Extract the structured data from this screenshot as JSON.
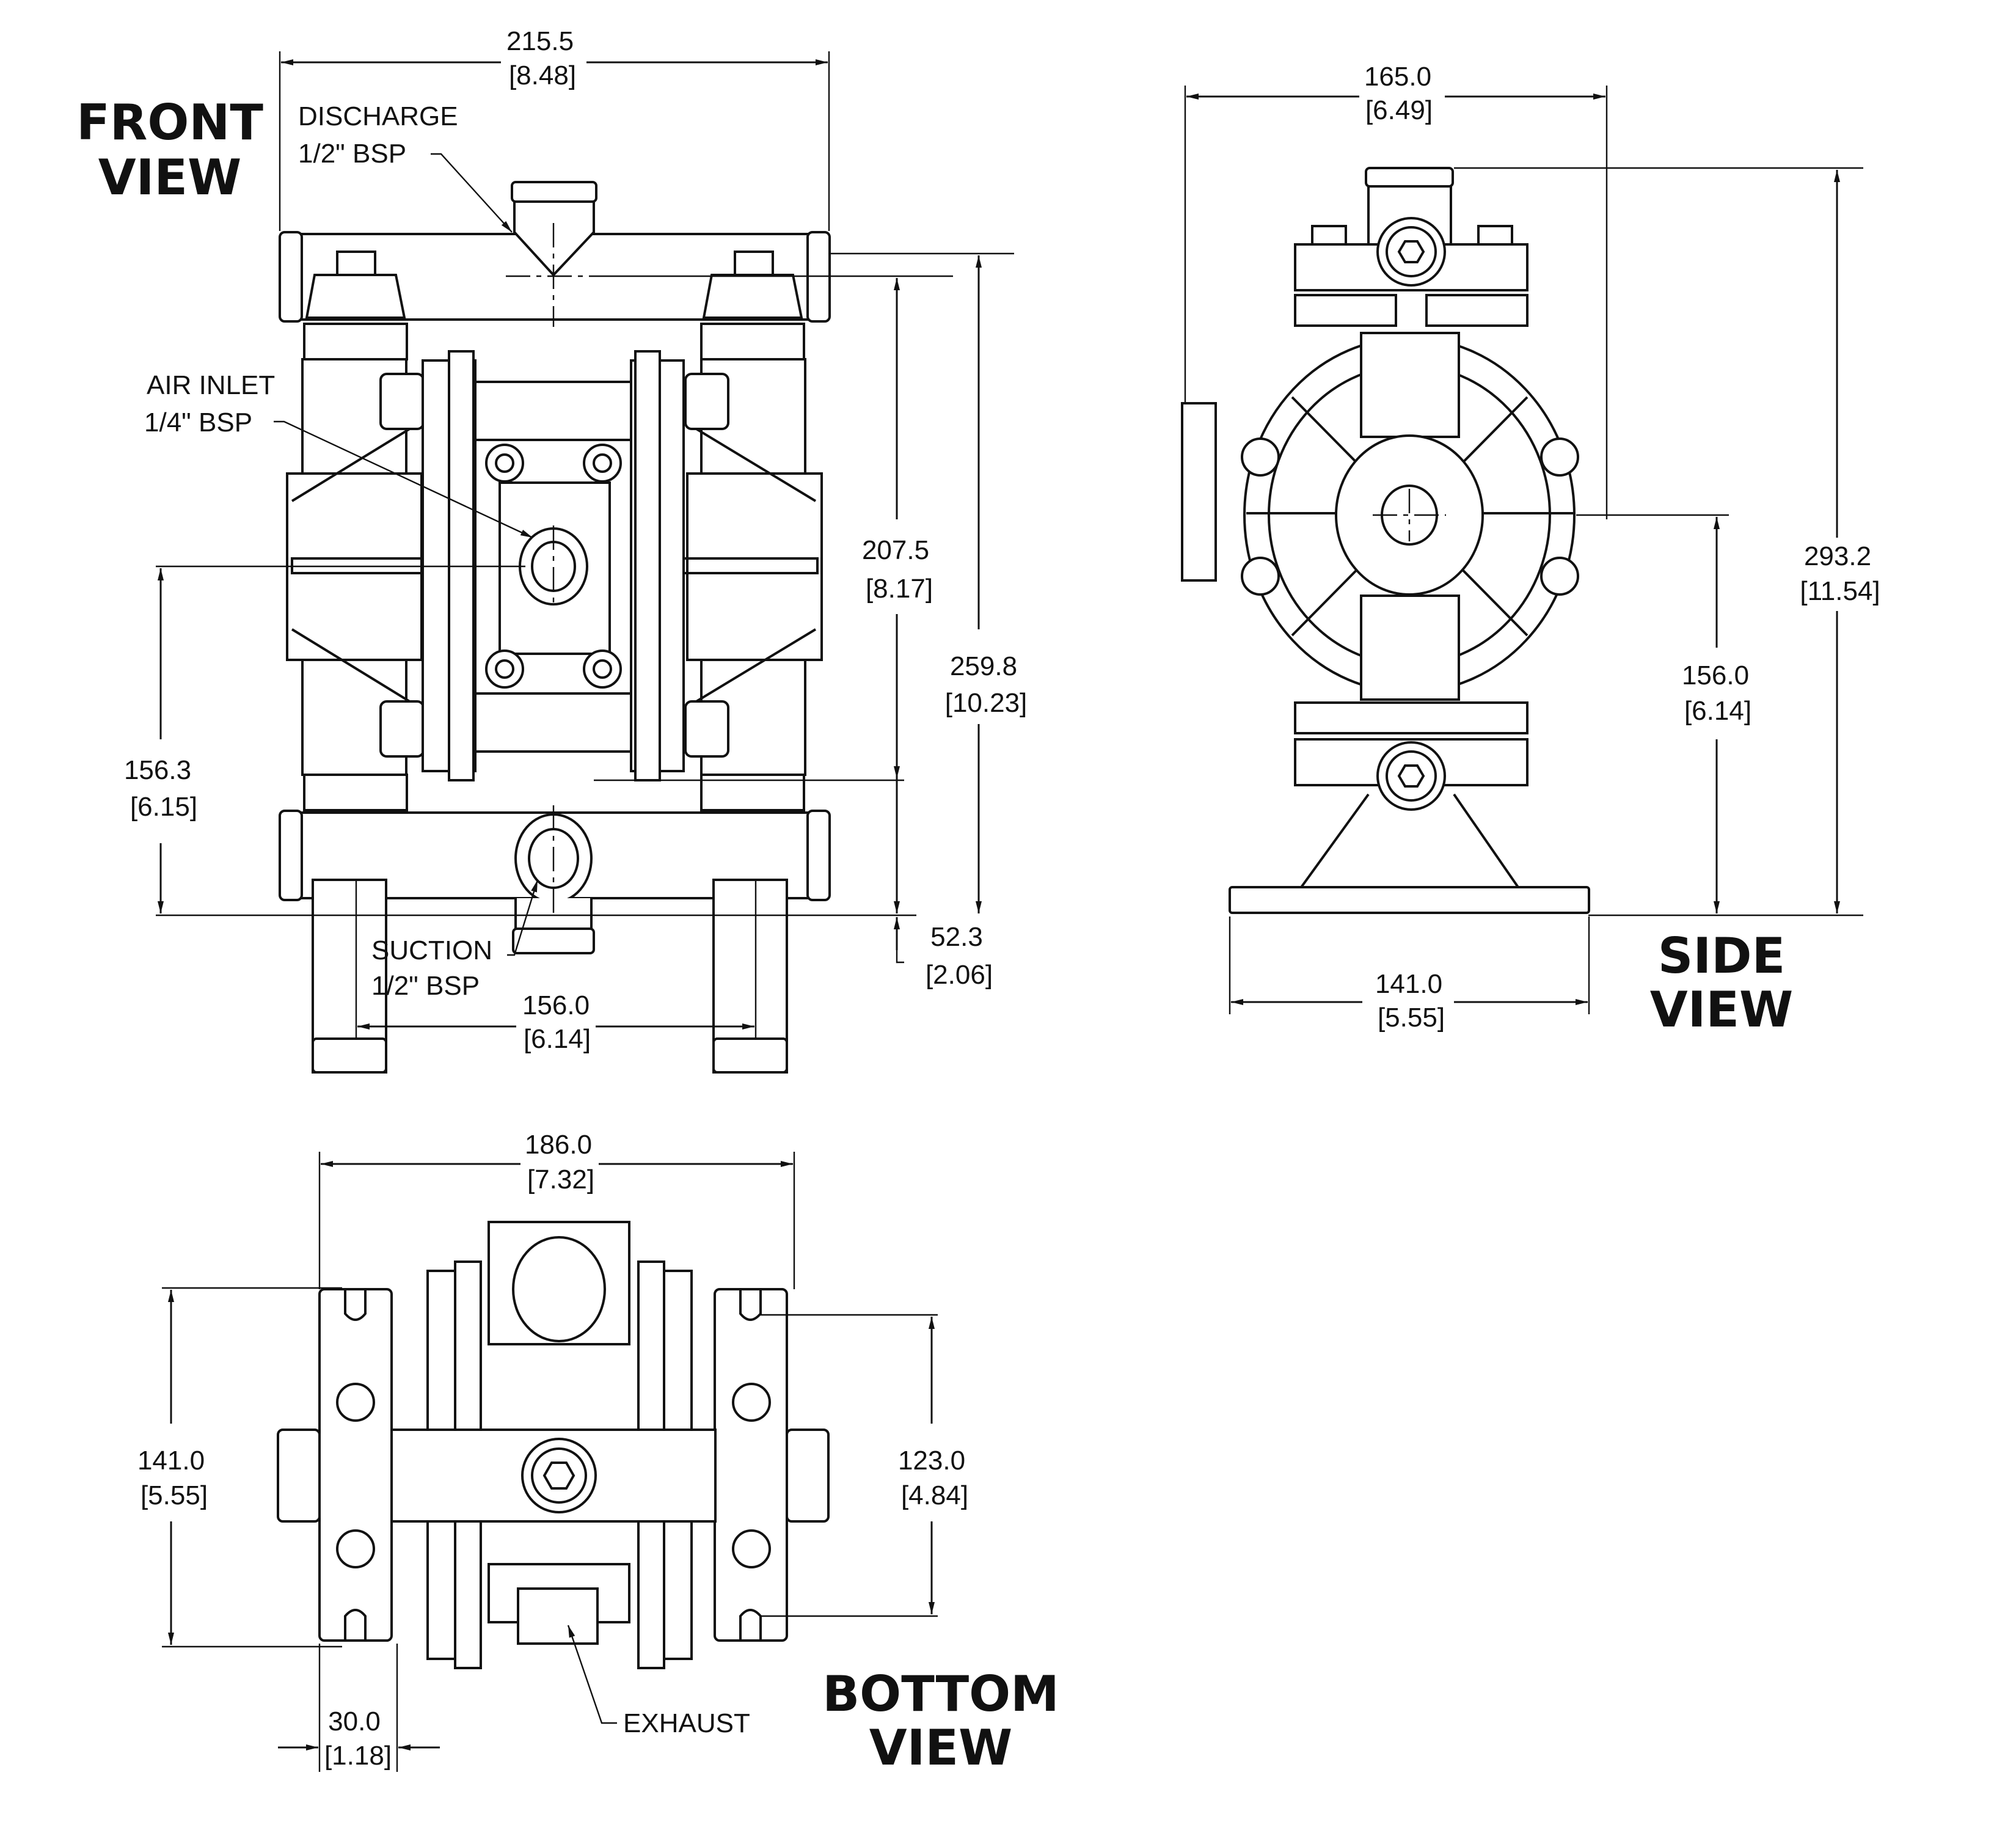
{
  "drawing": {
    "title": "Diaphragm pump dimensional drawing",
    "units_primary": "mm",
    "units_secondary": "in",
    "line_color": "#111111",
    "background_color": "#ffffff"
  },
  "views": {
    "front": {
      "title_line1": "FRONT",
      "title_line2": "VIEW",
      "callouts": {
        "discharge_line1": "DISCHARGE",
        "discharge_line2": "1/2\" BSP",
        "air_inlet_line1": "AIR INLET",
        "air_inlet_line2": "1/4\" BSP",
        "suction_line1": "SUCTION",
        "suction_line2": "1/2\" BSP"
      },
      "dimensions": {
        "overall_width": {
          "mm": "215.5",
          "in": "[8.48]"
        },
        "discharge_height": {
          "mm": "207.5",
          "in": "[8.17]"
        },
        "overall_height": {
          "mm": "259.8",
          "in": "[10.23]"
        },
        "air_inlet_height": {
          "mm": "156.3",
          "in": "[6.15]"
        },
        "suction_height": {
          "mm": "52.3",
          "in": "[2.06]"
        },
        "foot_spacing": {
          "mm": "156.0",
          "in": "[6.14]"
        }
      }
    },
    "side": {
      "title_line1": "SIDE",
      "title_line2": "VIEW",
      "dimensions": {
        "overall_width": {
          "mm": "165.0",
          "in": "[6.49]"
        },
        "overall_height": {
          "mm": "293.2",
          "in": "[11.54]"
        },
        "center_height": {
          "mm": "156.0",
          "in": "[6.14]"
        },
        "base_width": {
          "mm": "141.0",
          "in": "[5.55]"
        }
      }
    },
    "bottom": {
      "title_line1": "BOTTOM",
      "title_line2": "VIEW",
      "callouts": {
        "exhaust": "EXHAUST"
      },
      "dimensions": {
        "overall_width": {
          "mm": "186.0",
          "in": "[7.32]"
        },
        "overall_depth": {
          "mm": "141.0",
          "in": "[5.55]"
        },
        "mount_hole_spacing": {
          "mm": "123.0",
          "in": "[4.84]"
        },
        "foot_width": {
          "mm": "30.0",
          "in": "[1.18]"
        }
      }
    }
  }
}
